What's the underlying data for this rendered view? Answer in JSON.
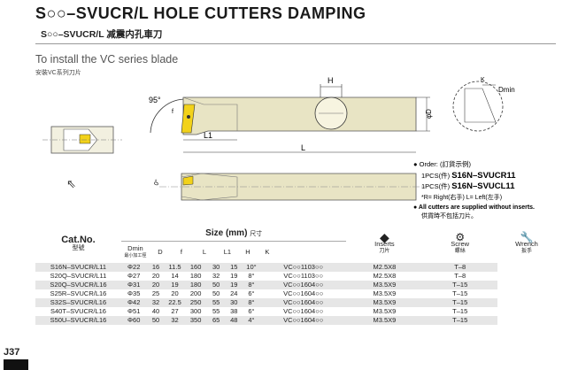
{
  "header": {
    "title": "S○○–SVUCR/L HOLE CUTTERS DAMPING",
    "subtitle": "S○○–SVUCR/L  减震内孔車刀",
    "install_en": "To install the VC series blade",
    "install_cn": "安裝VC系列刀片"
  },
  "drawing": {
    "angle_label": "95°",
    "l1_label": "L1",
    "l_label": "L",
    "h_label": "H",
    "d_label": "φD",
    "k_label": "K",
    "dmin_label": "Dmin",
    "dim_d": "D",
    "dim_f": "f"
  },
  "order": {
    "line1": "Order: (訂貨示例)",
    "line2_pre": "1PCS(件)",
    "line2_code": "S16N–SVUCR11",
    "line3_pre": "1PCS(件)",
    "line3_code": "S16N–SVUCL11",
    "line4": "*R= Right(右手)   L= Left(左手)",
    "line5": "All cutters are supplied without inserts.",
    "line6": "供貨時不包括刀片。"
  },
  "table": {
    "cat_no": "Cat.No.",
    "cat_no_cn": "型號",
    "size_label": "Size (mm)",
    "size_label_cn": "尺寸",
    "cols": {
      "dmin": "Dmin",
      "dmin_cn": "最小加工徑",
      "d": "D",
      "f": "f",
      "l": "L",
      "l1": "L1",
      "h": "H",
      "k": "K"
    },
    "inserts": "Inserts",
    "inserts_cn": "刀片",
    "screw": "Screw",
    "screw_cn": "螺絲",
    "wrench": "Wrench",
    "wrench_cn": "扳手",
    "rows": [
      {
        "cat": "S16N–SVUCR/L11",
        "dmin": "Φ22",
        "d": "16",
        "f": "11.5",
        "l": "160",
        "l1": "30",
        "h": "15",
        "k": "10°",
        "ins": "VC○○1103○○",
        "screw": "M2.5X8",
        "wrench": "T–8"
      },
      {
        "cat": "S20Q–SVUCR/L11",
        "dmin": "Φ27",
        "d": "20",
        "f": "14",
        "l": "180",
        "l1": "32",
        "h": "19",
        "k": "8°",
        "ins": "VC○○1103○○",
        "screw": "M2.5X8",
        "wrench": "T–8"
      },
      {
        "cat": "S20Q–SVUCR/L16",
        "dmin": "Φ31",
        "d": "20",
        "f": "19",
        "l": "180",
        "l1": "50",
        "h": "19",
        "k": "8°",
        "ins": "VC○○1604○○",
        "screw": "M3.5X9",
        "wrench": "T–15"
      },
      {
        "cat": "S25R–SVUCR/L16",
        "dmin": "Φ35",
        "d": "25",
        "f": "20",
        "l": "200",
        "l1": "50",
        "h": "24",
        "k": "6°",
        "ins": "VC○○1604○○",
        "screw": "M3.5X9",
        "wrench": "T–15"
      },
      {
        "cat": "S32S–SVUCR/L16",
        "dmin": "Φ42",
        "d": "32",
        "f": "22.5",
        "l": "250",
        "l1": "55",
        "h": "30",
        "k": "8°",
        "ins": "VC○○1604○○",
        "screw": "M3.5X9",
        "wrench": "T–15"
      },
      {
        "cat": "S40T–SVUCR/L16",
        "dmin": "Φ51",
        "d": "40",
        "f": "27",
        "l": "300",
        "l1": "55",
        "h": "38",
        "k": "6°",
        "ins": "VC○○1604○○",
        "screw": "M3.5X9",
        "wrench": "T–15"
      },
      {
        "cat": "S50U–SVUCR/L16",
        "dmin": "Φ60",
        "d": "50",
        "f": "32",
        "l": "350",
        "l1": "65",
        "h": "48",
        "k": "4°",
        "ins": "VC○○1604○○",
        "screw": "M3.5X9",
        "wrench": "T–15"
      }
    ]
  },
  "footer": {
    "page": "J37"
  },
  "colors": {
    "bar": "#e8e4c4",
    "insert": "#f2d21a",
    "stripe": "#e6e6e6"
  }
}
